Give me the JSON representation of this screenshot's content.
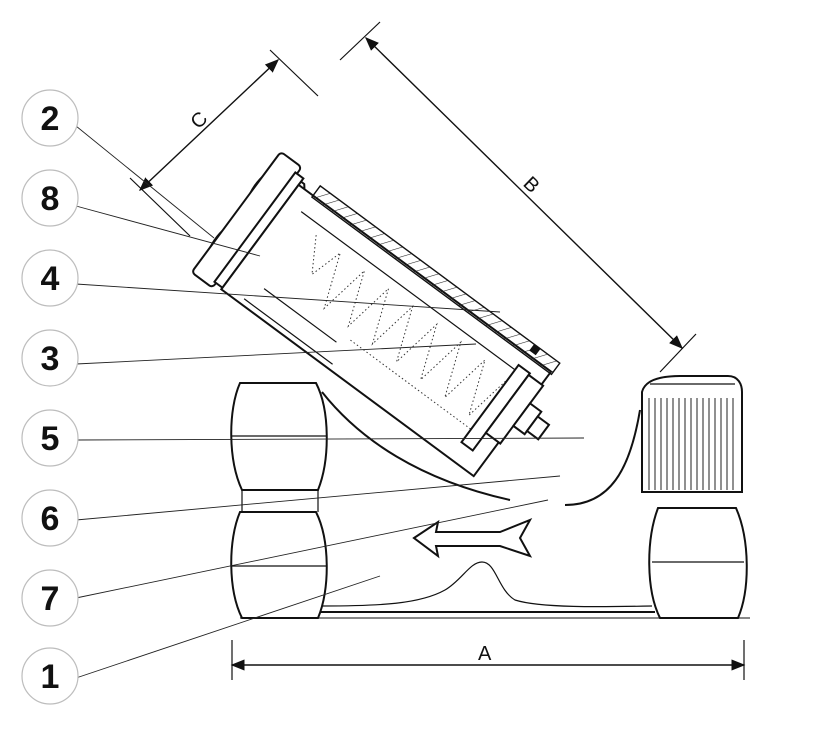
{
  "callouts": [
    {
      "id": "2",
      "label": "2"
    },
    {
      "id": "8",
      "label": "8"
    },
    {
      "id": "4",
      "label": "4"
    },
    {
      "id": "3",
      "label": "3"
    },
    {
      "id": "5",
      "label": "5"
    },
    {
      "id": "6",
      "label": "6"
    },
    {
      "id": "7",
      "label": "7"
    },
    {
      "id": "1",
      "label": "1"
    }
  ],
  "dimensions": {
    "a": "A",
    "b": "B",
    "c": "C"
  }
}
